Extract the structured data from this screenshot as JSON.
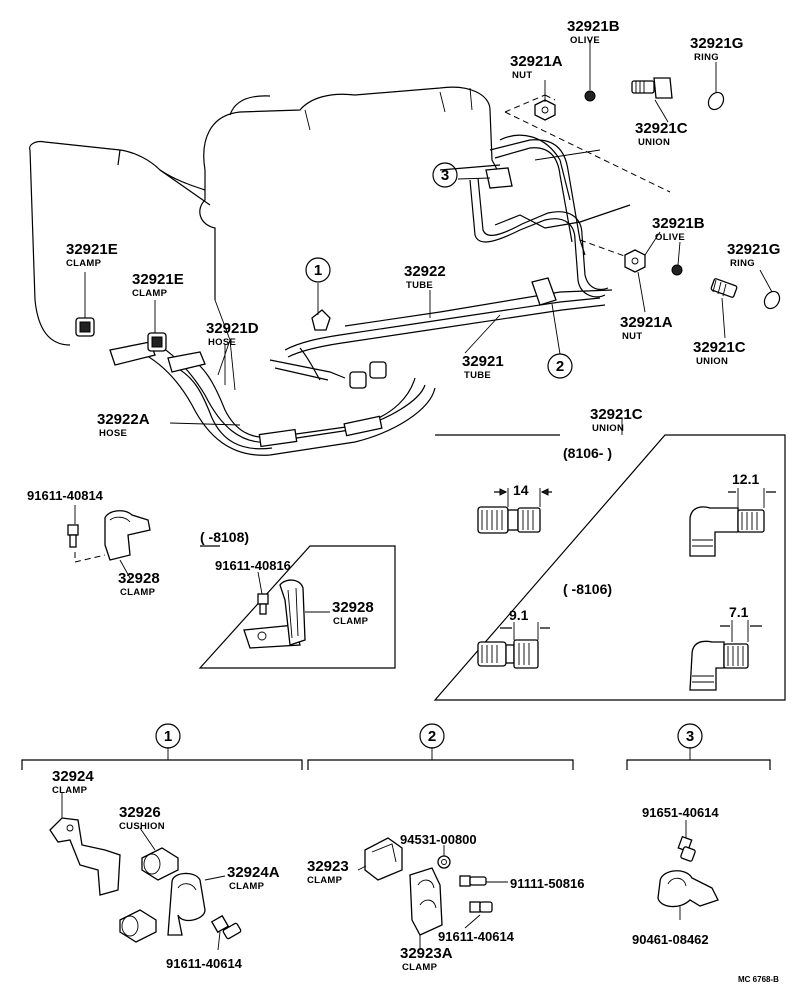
{
  "labels": {
    "p32921B_top": "32921B",
    "olive_top": "OLIVE",
    "p32921G_top": "32921G",
    "ring_top": "RING",
    "p32921A_top": "32921A",
    "nut_top": "NUT",
    "p32921C_top": "32921C",
    "union_top": "UNION",
    "p32921B_mid": "32921B",
    "olive_mid": "OLIVE",
    "p32921G_mid": "32921G",
    "ring_mid": "RING",
    "p32921A_mid": "32921A",
    "nut_mid": "NUT",
    "p32921C_mid": "32921C",
    "union_mid": "UNION",
    "p32921E_1": "32921E",
    "clamp_e1": "CLAMP",
    "p32921E_2": "32921E",
    "clamp_e2": "CLAMP",
    "p32921D": "32921D",
    "hose_d": "HOSE",
    "p32922": "32922",
    "tube_32922": "TUBE",
    "p32921": "32921",
    "tube_32921": "TUBE",
    "p32922A": "32922A",
    "hose_a": "HOSE",
    "p91611_40814": "91611-40814",
    "p32928_left": "32928",
    "clamp_32928_left": "CLAMP",
    "box_range": "(     -8108)",
    "p91611_40816": "91611-40816",
    "p32928_box": "32928",
    "clamp_32928_box": "CLAMP",
    "p32921C_box": "32921C",
    "union_box": "UNION",
    "range_new": "(8106-          )",
    "range_old": "(     -8106)",
    "dim_14": "14",
    "dim_12_1": "12.1",
    "dim_9_1": "9.1",
    "dim_7_1": "7.1",
    "callout_1": "1",
    "callout_2": "2",
    "callout_3": "3",
    "p32924": "32924",
    "clamp_32924": "CLAMP",
    "p32926": "32926",
    "cushion": "CUSHION",
    "p32924A": "32924A",
    "clamp_32924A": "CLAMP",
    "p91611_40614_a": "91611-40614",
    "p94531_00800": "94531-00800",
    "p32923": "32923",
    "clamp_32923": "CLAMP",
    "p91111_50816": "91111-50816",
    "p91611_40614_b": "91611-40614",
    "p32923A": "32923A",
    "clamp_32923A": "CLAMP",
    "p91651_40614": "91651-40614",
    "p90461_08462": "90461-08462",
    "footer_code": "MC 6768-B"
  }
}
